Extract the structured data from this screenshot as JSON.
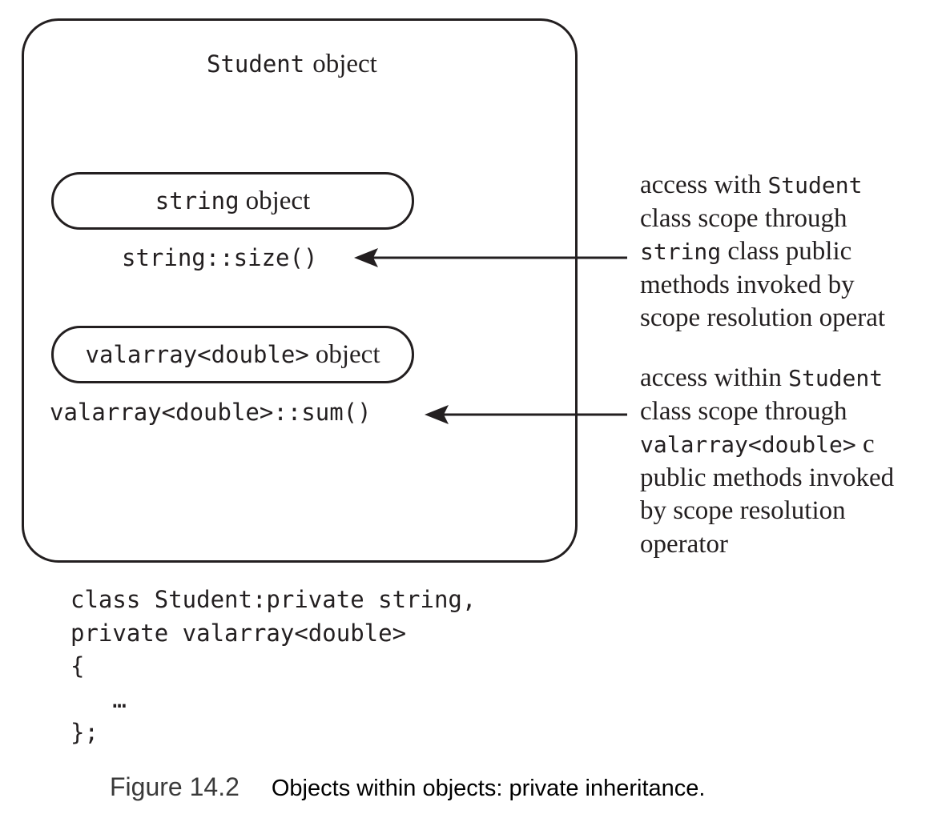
{
  "diagram": {
    "outer_box": {
      "class_name": "Student",
      "label_suffix": "object"
    },
    "string_object": {
      "class_name": "string",
      "label_suffix": "object"
    },
    "string_method": "string::size()",
    "valarray_object": {
      "class_name": "valarray<double>",
      "label_suffix": "object"
    },
    "valarray_method": "valarray<double>::sum()",
    "note_string": {
      "line1_text": "access with ",
      "line1_code": "Student",
      "line2": "class scope through",
      "line3_code": "string",
      "line3_text": " class public",
      "line4": "methods invoked by",
      "line5": "scope resolution operat"
    },
    "note_valarray": {
      "line1_text": "access within ",
      "line1_code": "Student",
      "line2": "class scope through",
      "line3_code": "valarray<double>",
      "line3_text": " c",
      "line4": "public methods invoked",
      "line5": "by scope resolution",
      "line6": "operator"
    }
  },
  "code": [
    "class Student:private string,",
    "private valarray<double>",
    "{",
    "   …",
    "};"
  ],
  "caption": {
    "figure_number": "Figure 14.2",
    "text": "Objects within objects: private inheritance."
  }
}
